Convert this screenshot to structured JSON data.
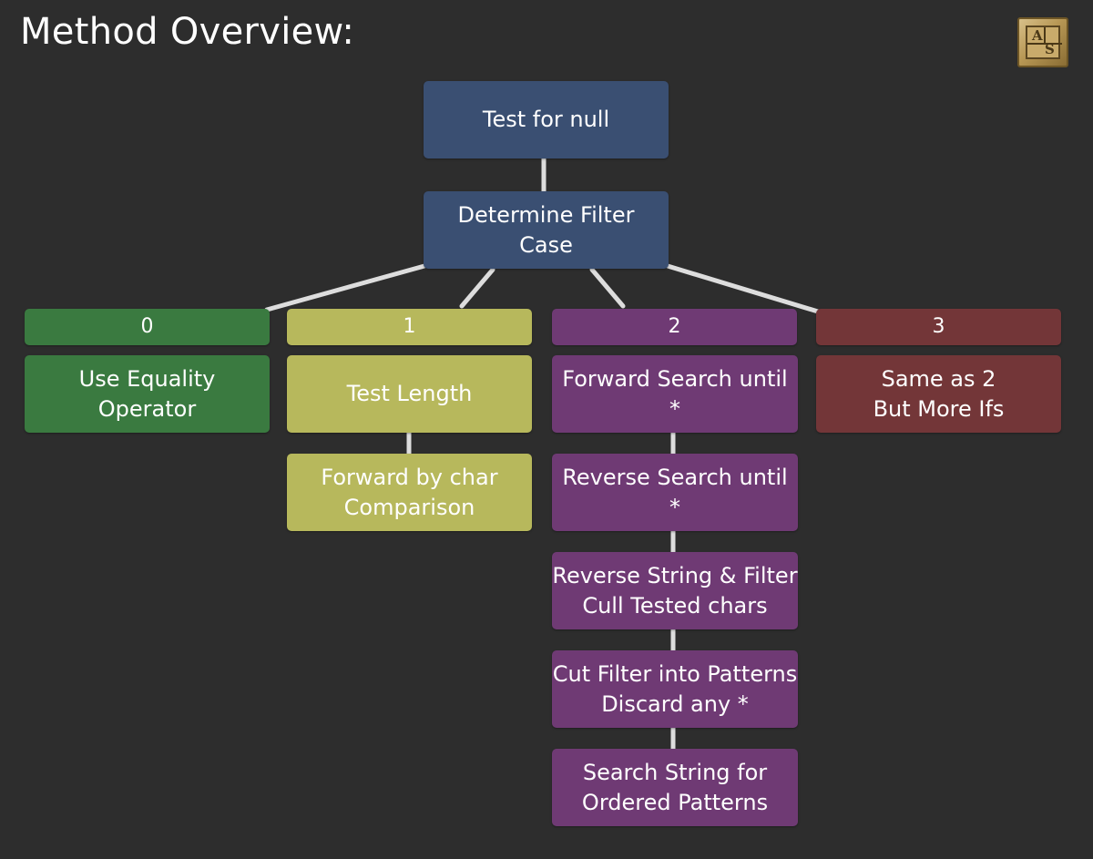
{
  "title": "Method Overview:",
  "logo": {
    "letters": [
      "A",
      "S"
    ]
  },
  "colors": {
    "background": "#2d2d2d",
    "root": "#3a4f72",
    "case0": "#3a7a40",
    "case1": "#b7b85c",
    "case2": "#6f3a74",
    "case3": "#733638",
    "connector": "#dddddd"
  },
  "nodes": {
    "test_null": "Test for null",
    "determine_filter": "Determine Filter\nCase",
    "case0": {
      "header": "0",
      "steps": [
        "Use Equality\nOperator"
      ]
    },
    "case1": {
      "header": "1",
      "steps": [
        "Test Length",
        "Forward by char\nComparison"
      ]
    },
    "case2": {
      "header": "2",
      "steps": [
        "Forward Search until\n*",
        "Reverse Search until\n*",
        "Reverse String & Filter\nCull Tested chars",
        "Cut Filter into Patterns\nDiscard any *",
        "Search String for\nOrdered Patterns"
      ]
    },
    "case3": {
      "header": "3",
      "steps": [
        "Same as 2\nBut More Ifs"
      ]
    }
  }
}
